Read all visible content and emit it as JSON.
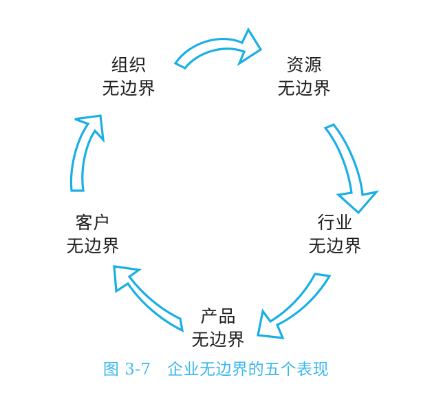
{
  "figure": {
    "caption_number": "图 3-7",
    "caption_gap": "　",
    "caption_title": "企业无边界的五个表现",
    "caption_full": "图 3-7　企业无边界的五个表现",
    "background_color": "#ffffff",
    "arrow_color": "#19aee6",
    "label_color": "#1c1c1c",
    "caption_color": "#3bb8ef"
  },
  "diagram": {
    "type": "cycle",
    "direction": "clockwise",
    "node_count": 5,
    "nodes": [
      {
        "id": "organization",
        "line1": "组织",
        "line2": "无边界",
        "position": "top-left",
        "order": 1
      },
      {
        "id": "resource",
        "line1": "资源",
        "line2": "无边界",
        "position": "top-right",
        "order": 2
      },
      {
        "id": "industry",
        "line1": "行业",
        "line2": "无边界",
        "position": "right",
        "order": 3
      },
      {
        "id": "product",
        "line1": "产品",
        "line2": "无边界",
        "position": "bottom",
        "order": 4
      },
      {
        "id": "customer",
        "line1": "客户",
        "line2": "无边界",
        "position": "left",
        "order": 5
      }
    ],
    "arrows": [
      {
        "id": "arrow-organization-to-resource",
        "from": "organization",
        "to": "resource",
        "points": "right"
      },
      {
        "id": "arrow-resource-to-industry",
        "from": "resource",
        "to": "industry",
        "points": "down"
      },
      {
        "id": "arrow-industry-to-product",
        "from": "industry",
        "to": "product",
        "points": "down-left"
      },
      {
        "id": "arrow-product-to-customer",
        "from": "product",
        "to": "customer",
        "points": "up-left"
      },
      {
        "id": "arrow-customer-to-organization",
        "from": "customer",
        "to": "organization",
        "points": "up"
      }
    ]
  }
}
